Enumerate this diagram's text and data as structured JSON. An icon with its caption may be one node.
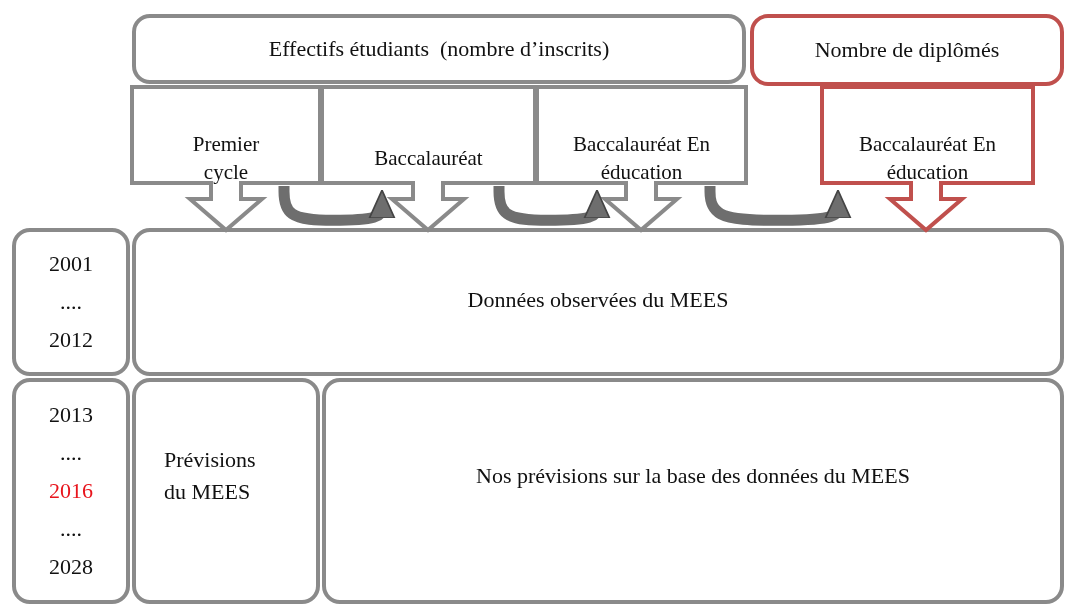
{
  "diagram": {
    "nodes": [
      {
        "text": [
          "Effectifs étudiants  (nombre d’inscrits)"
        ]
      },
      {
        "text": [
          "Premier cycle"
        ]
      },
      {
        "text": [
          "Baccalauréat"
        ]
      },
      {
        "text": [
          "Baccalauréat En éducation"
        ]
      },
      {
        "text": [
          "Nombre de diplômés"
        ]
      },
      {
        "text": [
          "Baccalauréat En éducation"
        ]
      },
      {
        "text": [
          "2001",
          "....",
          "2012"
        ]
      },
      {
        "text": [
          "Données observées du MEES"
        ]
      },
      {
        "text": [
          "2013",
          "....",
          "2016",
          "....",
          "2028"
        ]
      },
      {
        "text": [
          "Prévisions du MEES"
        ]
      },
      {
        "text": [
          "Nos prévisions sur la base des données du MEES"
        ]
      }
    ],
    "edges": [
      {
        "from": 1,
        "to": 2,
        "arrow": "to"
      },
      {
        "from": 2,
        "to": 3,
        "arrow": "to"
      },
      {
        "from": 3,
        "to": 5,
        "arrow": "to"
      }
    ]
  }
}
